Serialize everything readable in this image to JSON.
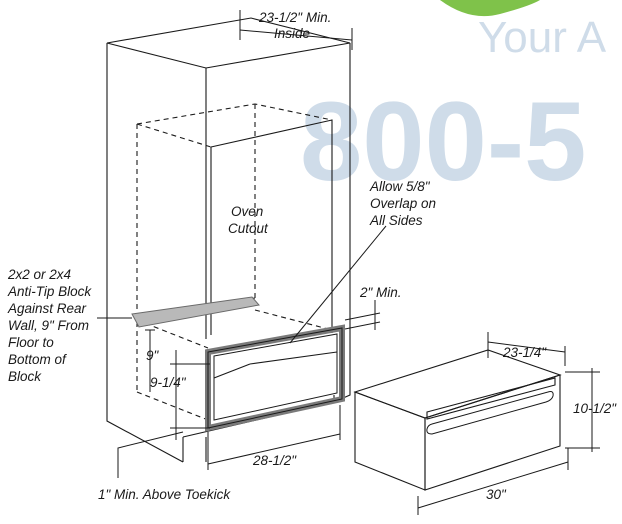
{
  "watermark": {
    "line1": "Your A",
    "line2": "800-5",
    "leaf_color": "#7fc24a",
    "text_color": "#cfdce9"
  },
  "labels": {
    "inside_width_line1": "23-1/2\" Min.",
    "inside_width_line2": "Inside",
    "oven_cutout_line1": "Oven",
    "oven_cutout_line2": "Cutout",
    "overlap_line1": "Allow 5/8\"",
    "overlap_line2": "Overlap on",
    "overlap_line3": "All Sides",
    "anti_tip_lines": [
      "2x2 or 2x4",
      "Anti-Tip Block",
      "Against Rear",
      "Wall, 9\" From",
      "Floor to",
      "Bottom of",
      "Block"
    ],
    "two_min": "2\" Min.",
    "nine": "9\"",
    "nine_quarter": "9-1/4\"",
    "cutout_width": "28-1/2\"",
    "toekick": "1\" Min. Above Toekick",
    "drawer_depth": "23-1/4\"",
    "drawer_height": "10-1/2\"",
    "drawer_width": "30\""
  }
}
